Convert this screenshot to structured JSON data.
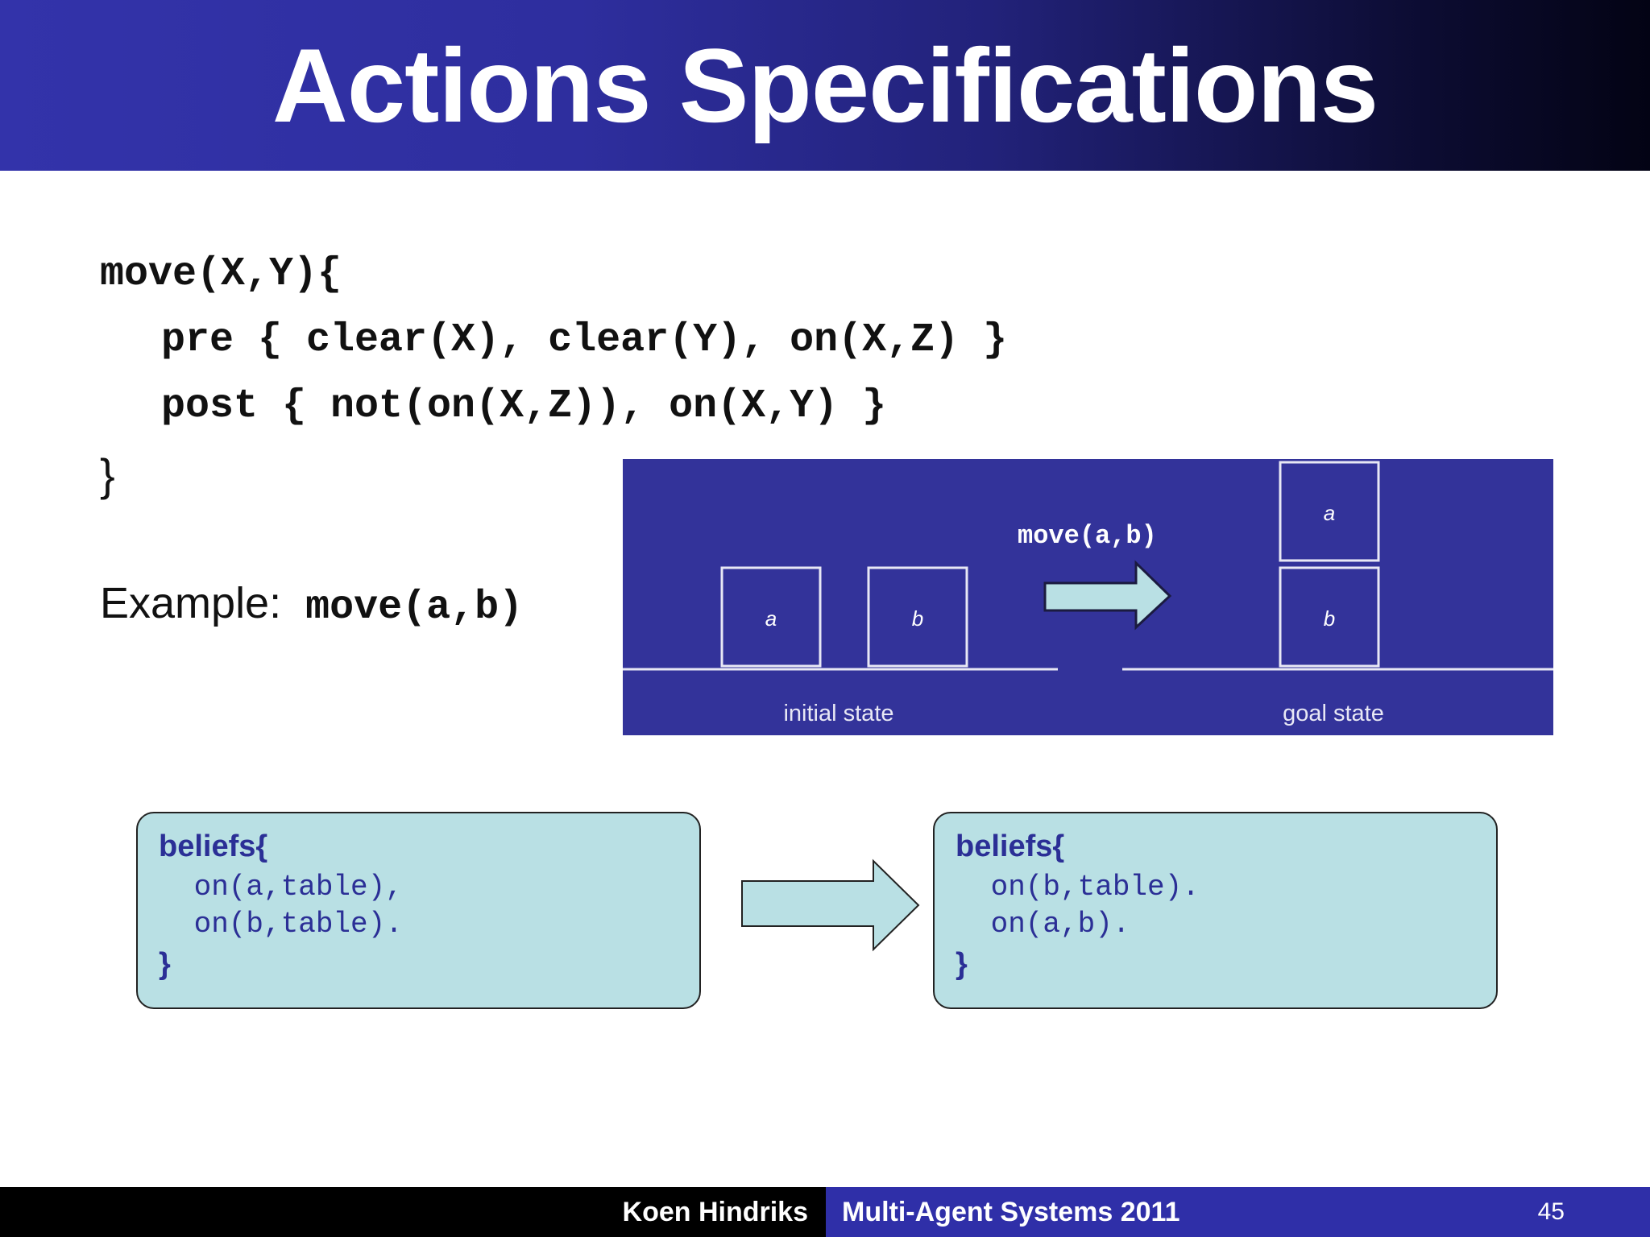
{
  "slide": {
    "title": "Actions Specifications"
  },
  "code": {
    "line1": "move(X,Y){",
    "line2": "pre { clear(X), clear(Y), on(X,Z) }",
    "line3": "post { not(on(X,Z)), on(X,Y) }",
    "line4": "}"
  },
  "example": {
    "label": "Example:  ",
    "call": "move(a,b)"
  },
  "diagram": {
    "action_label": "move(a,b)",
    "initial_blocks": [
      "a",
      "b"
    ],
    "goal_blocks": [
      "a",
      "b"
    ],
    "initial_caption": "initial state",
    "goal_caption": "goal state",
    "background": "#33339a",
    "arrow_fill": "#b9e0e4"
  },
  "beliefs_before": {
    "header": "beliefs{",
    "lines": [
      " on(a,table),",
      " on(b,table)."
    ],
    "close": "}"
  },
  "beliefs_after": {
    "header": "beliefs{",
    "lines": [
      " on(b,table).",
      " on(a,b)."
    ],
    "close": "}"
  },
  "footer": {
    "author": "Koen Hindriks",
    "course": "Multi-Agent Systems 2011",
    "page": "45"
  },
  "colors": {
    "title_bar_start": "#3333aa",
    "title_bar_end": "#030314",
    "belief_box_fill": "#b9e0e4",
    "belief_text": "#2b2f96",
    "footer_blue": "#2f2fa8"
  }
}
